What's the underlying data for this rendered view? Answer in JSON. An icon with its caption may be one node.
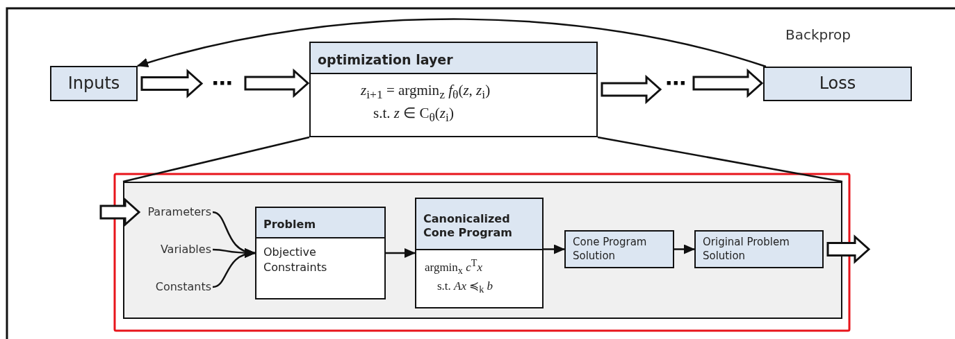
{
  "diagram": {
    "nodes": [
      {
        "text": [
          "Inputs"
        ]
      },
      {
        "text": [
          "⋯"
        ]
      },
      {
        "text": [
          "optimization layer",
          "*z*$_{i+1}$ = argmin$_{z}$ *f*$_{θ}$(*z*, *z*$_{i}$)",
          "s.t. *z* ∈ C$_{θ}$(*z*$_{i}$)"
        ]
      },
      {
        "text": [
          "⋯"
        ]
      },
      {
        "text": [
          "Loss"
        ]
      },
      {
        "text": [],
        "shape": "box"
      },
      {
        "text": [
          "Parameters"
        ],
        "in": 5
      },
      {
        "text": [
          "Variables"
        ],
        "in": 5
      },
      {
        "text": [
          "Constants"
        ],
        "in": 5
      },
      {
        "text": [
          "Problem",
          "Objective",
          "Constraints"
        ],
        "in": 5
      },
      {
        "text": [
          "Canonicalized Cone Program",
          "argmin$_{x}$ *c*$^{T}$*x*",
          "s.t. *Ax* ≼$_{k}$ *b*"
        ],
        "in": 5
      },
      {
        "text": [
          "Cone Program Solution"
        ],
        "in": 5
      },
      {
        "text": [
          "Original Problem Solution"
        ],
        "in": 5
      }
    ],
    "edges": [
      {
        "from": 0,
        "to": 1,
        "arrow": "to",
        "style": "thick"
      },
      {
        "from": 1,
        "to": 2,
        "arrow": "to",
        "style": "thick"
      },
      {
        "from": 2,
        "to": 3,
        "arrow": "to",
        "style": "thick"
      },
      {
        "from": 3,
        "to": 4,
        "arrow": "to",
        "style": "thick"
      },
      {
        "from": 4,
        "to": 0,
        "arrow": "to",
        "label": "Backprop"
      },
      {
        "from": 2,
        "to": 5,
        "arrow": "none"
      },
      {
        "from": 2,
        "to": 5,
        "arrow": "none"
      },
      {
        "from": null,
        "to": 6,
        "arrow": "to",
        "style": "thick"
      },
      {
        "from": 6,
        "to": 9,
        "arrow": "to"
      },
      {
        "from": 7,
        "to": 9,
        "arrow": "to"
      },
      {
        "from": 8,
        "to": 9,
        "arrow": "to"
      },
      {
        "from": 9,
        "to": 10,
        "arrow": "to"
      },
      {
        "from": 10,
        "to": 11,
        "arrow": "to"
      },
      {
        "from": 11,
        "to": 12,
        "arrow": "to"
      },
      {
        "from": 12,
        "to": null,
        "arrow": "to",
        "style": "thick"
      }
    ]
  }
}
